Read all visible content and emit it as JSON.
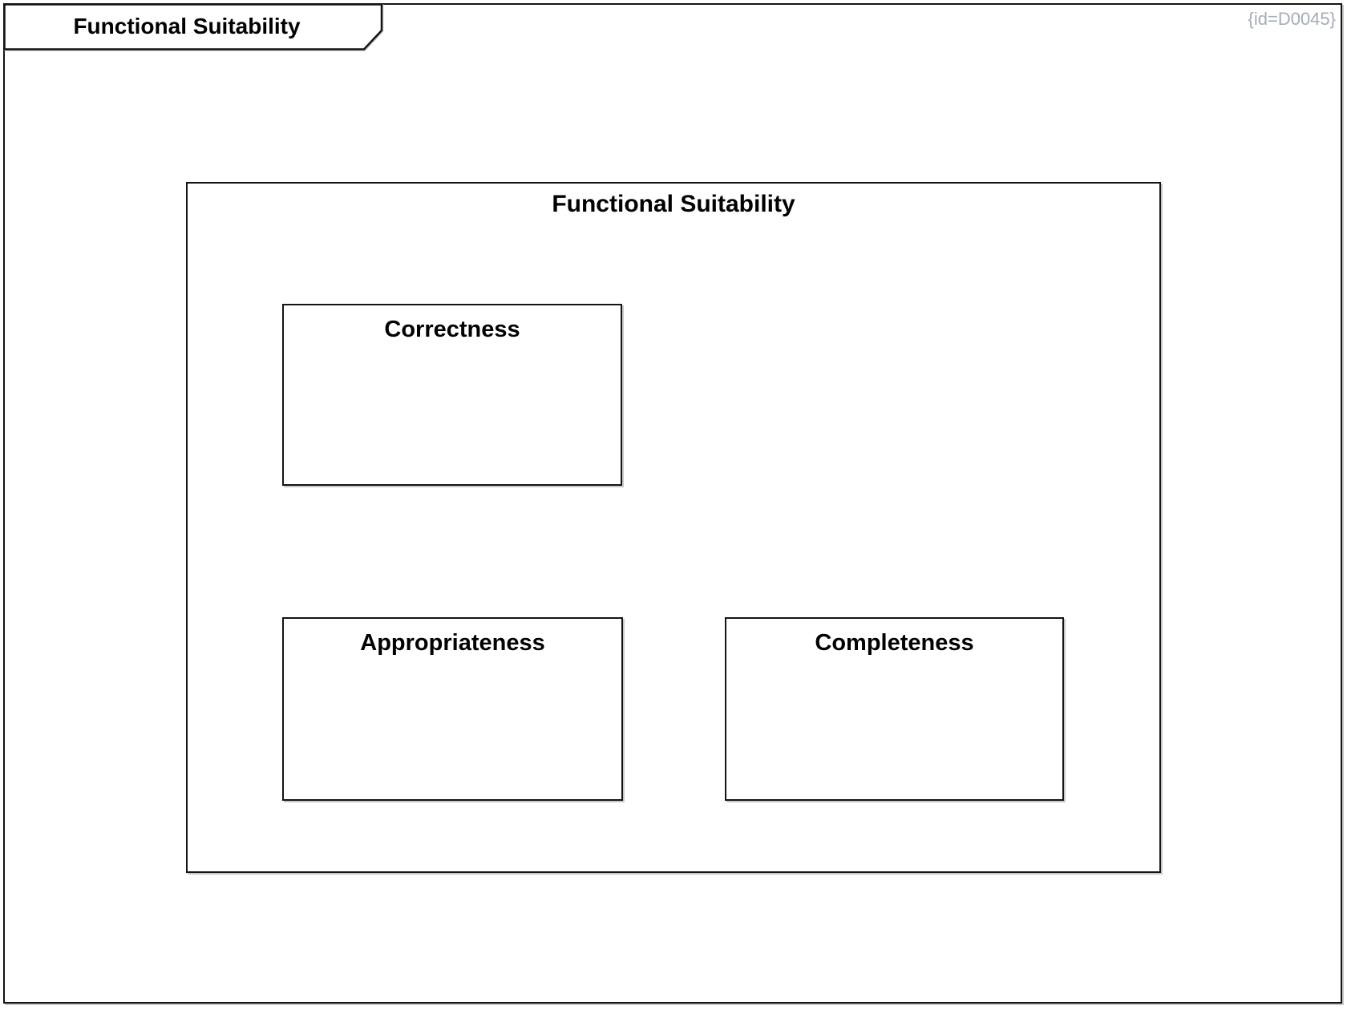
{
  "diagram": {
    "tab": {
      "title": "Functional Suitability"
    },
    "meta": {
      "id_label": "{id=D0045}"
    },
    "package": {
      "title": "Functional Suitability",
      "children": [
        {
          "title": "Correctness"
        },
        {
          "title": "Appropriateness"
        },
        {
          "title": "Completeness"
        }
      ]
    },
    "colors": {
      "border": "#141414",
      "shadow": "#c8c8c8",
      "id_text": "#a6adb8",
      "text": "#000000",
      "background": "#ffffff"
    }
  }
}
